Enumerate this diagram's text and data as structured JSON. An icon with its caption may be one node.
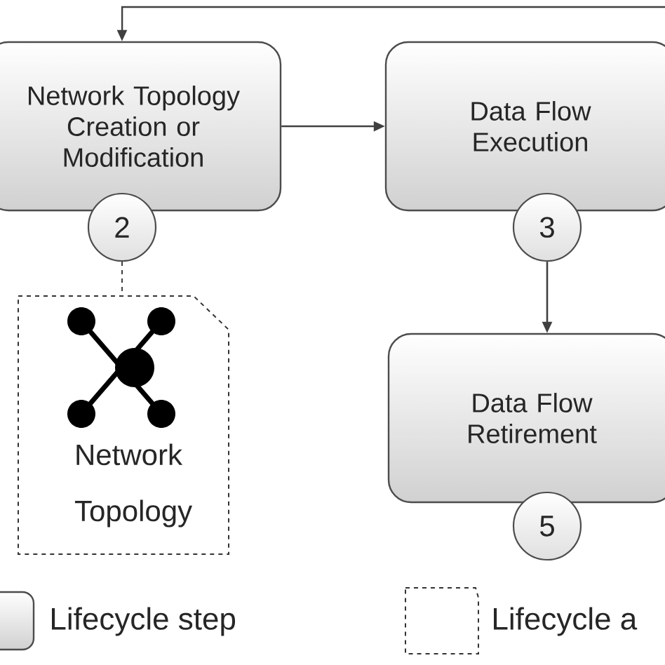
{
  "diagram": {
    "nodes": [
      {
        "text": [
          "Network Topology Creation or Modification"
        ]
      },
      {
        "text": [
          "2"
        ]
      },
      {
        "text": [
          "Data Flow Execution"
        ]
      },
      {
        "text": [
          "3"
        ]
      },
      {
        "text": [
          "Data Flow Retirement"
        ]
      },
      {
        "text": [
          "5"
        ]
      },
      {
        "text": [
          "Network Topology"
        ]
      }
    ],
    "edges": [
      {
        "from": null,
        "to": 0,
        "arrow": "to"
      },
      {
        "from": 0,
        "to": 2,
        "arrow": "to"
      },
      {
        "from": 3,
        "to": 4,
        "arrow": "to"
      },
      {
        "from": 1,
        "to": 6,
        "arrow": "none",
        "style": "dashed"
      }
    ],
    "legend": [
      {
        "text": "Lifecycle step"
      },
      {
        "text": "Lifecycle a"
      }
    ]
  }
}
